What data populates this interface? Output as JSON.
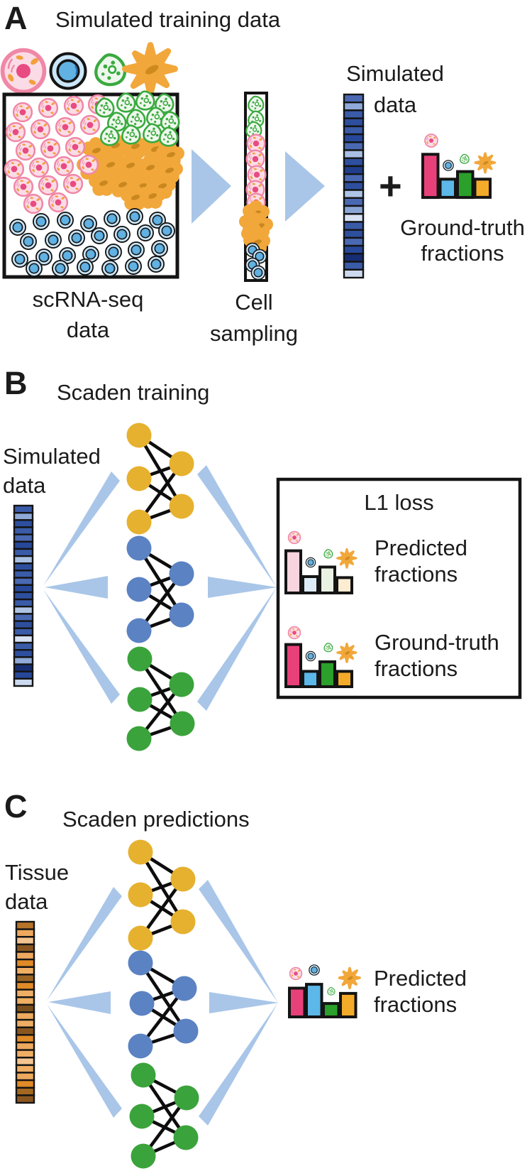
{
  "panels": {
    "a": {
      "letter": "A",
      "title": "Simulated training data",
      "scrna_label_line1": "scRNA-seq",
      "scrna_label_line2": "data",
      "sampling_label_line1": "Cell",
      "sampling_label_line2": "sampling",
      "output_label_line1": "Simulated",
      "output_label_line2": "data",
      "plus_sign": "+",
      "ground_truth_label_line1": "Ground-truth",
      "ground_truth_label_line2": "fractions"
    },
    "b": {
      "letter": "B",
      "title": "Scaden training",
      "input_label_line1": "Simulated",
      "input_label_line2": "data",
      "loss_title": "L1 loss",
      "predicted_label_line1": "Predicted",
      "predicted_label_line2": "fractions",
      "ground_truth_label_line1": "Ground-truth",
      "ground_truth_label_line2": "fractions"
    },
    "c": {
      "letter": "C",
      "title": "Scaden predictions",
      "input_label_line1": "Tissue",
      "input_label_line2": "data",
      "predicted_label_line1": "Predicted",
      "predicted_label_line2": "fractions"
    }
  },
  "cell_types": [
    {
      "id": "pink-cell",
      "color": "#e8417a",
      "pale": "#f7d4de"
    },
    {
      "id": "blue-cell",
      "color": "#5bb8e8",
      "pale": "#dcebf7"
    },
    {
      "id": "green-cell",
      "color": "#2ba02b",
      "pale": "#e9f1e2"
    },
    {
      "id": "yellow-cell",
      "color": "#f5ab2a",
      "pale": "#fcedd2"
    }
  ],
  "colors": {
    "arrow": "#a9c6e8",
    "outline": "#141414",
    "node_yellow": "#e6b12e",
    "node_blue": "#5b82c2",
    "node_green": "#3ba33b",
    "pink_ring": "#f087a6",
    "pink_fill": "#fbdce6",
    "pink_nucleus": "#e84b82",
    "organelle_orange": "#f2a03c",
    "blue_cell_fill": "#cbe6f8",
    "blue_cell_inner": "#61b1e2",
    "green_cell_line": "#3aaa3f",
    "green_cell_fill": "#eef7ec",
    "star_yellow": "#f2a73a",
    "star_smudge": "#cf8a1e"
  },
  "heatmaps": {
    "simulated_a": [
      "#4a69b2",
      "#8fa9d8",
      "#3a5ba8",
      "#2e4f9e",
      "#3a5ba8",
      "#27489a",
      "#4a69b2",
      "#a9c0e4",
      "#2e4f9e",
      "#203e8c",
      "#4a69b2",
      "#2e4f9e",
      "#aec4e6",
      "#4a69b2",
      "#8aa6d6",
      "#d7e1f3",
      "#3a5ba8",
      "#2e4f9e",
      "#4a69b2",
      "#27489a",
      "#162d74",
      "#3a5ba8",
      "#ccd9ee"
    ],
    "simulated_b": [
      "#3a5ba8",
      "#8fa9d8",
      "#2e4f9e",
      "#3a5ba8",
      "#4a69b2",
      "#27489a",
      "#3a5ba8",
      "#a9c0e4",
      "#2e4f9e",
      "#3a5ba8",
      "#4a69b2",
      "#27489a",
      "#2e4f9e",
      "#3a5ba8",
      "#aec4e6",
      "#4a69b2",
      "#2e4f9e",
      "#3a5ba8",
      "#d7e1f3",
      "#3a5ba8",
      "#2e4f9e",
      "#8fa9d8",
      "#162d74",
      "#27489a",
      "#ccd9ee"
    ],
    "tissue": [
      "#b5742a",
      "#eda95e",
      "#f3c48f",
      "#8a5620",
      "#eda95e",
      "#e08a28",
      "#efae63",
      "#9c6524",
      "#e08a28",
      "#efae63",
      "#efae63",
      "#7a4f1d",
      "#eda95e",
      "#efae63",
      "#8a5620",
      "#e08a28",
      "#eda95e",
      "#efae63",
      "#f3c48f",
      "#efae63",
      "#eda95e",
      "#e08a28",
      "#a4671f",
      "#8a5620"
    ]
  },
  "chart_data": [
    {
      "id": "ground-truth-fractions-a",
      "type": "bar",
      "panel": "A",
      "title": "Ground-truth fractions",
      "categories": [
        "pink-cell",
        "blue-cell",
        "green-cell",
        "yellow-cell"
      ],
      "values": [
        0.45,
        0.19,
        0.27,
        0.19
      ],
      "colors": [
        "#e8417a",
        "#5bb8e8",
        "#2ba02b",
        "#f5ab2a"
      ],
      "ylim": [
        0,
        1
      ]
    },
    {
      "id": "predicted-fractions-b",
      "type": "bar",
      "panel": "B",
      "title": "Predicted fractions",
      "categories": [
        "pink-cell",
        "blue-cell",
        "green-cell",
        "yellow-cell"
      ],
      "values": [
        0.44,
        0.17,
        0.27,
        0.16
      ],
      "colors": [
        "#f7d4de",
        "#dcebf7",
        "#e9f1e2",
        "#fcedd2"
      ],
      "ylim": [
        0,
        1
      ]
    },
    {
      "id": "ground-truth-fractions-b",
      "type": "bar",
      "panel": "B",
      "title": "Ground-truth fractions",
      "categories": [
        "pink-cell",
        "blue-cell",
        "green-cell",
        "yellow-cell"
      ],
      "values": [
        0.44,
        0.16,
        0.26,
        0.16
      ],
      "colors": [
        "#e8417a",
        "#5bb8e8",
        "#2ba02b",
        "#f5ab2a"
      ],
      "ylim": [
        0,
        1
      ]
    },
    {
      "id": "predicted-fractions-c",
      "type": "bar",
      "panel": "C",
      "title": "Predicted fractions",
      "categories": [
        "pink-cell",
        "blue-cell",
        "green-cell",
        "yellow-cell"
      ],
      "values": [
        0.3,
        0.34,
        0.14,
        0.245
      ],
      "colors": [
        "#e8417a",
        "#5bb8e8",
        "#2ba02b",
        "#f5ab2a"
      ],
      "ylim": [
        0,
        1
      ]
    }
  ]
}
